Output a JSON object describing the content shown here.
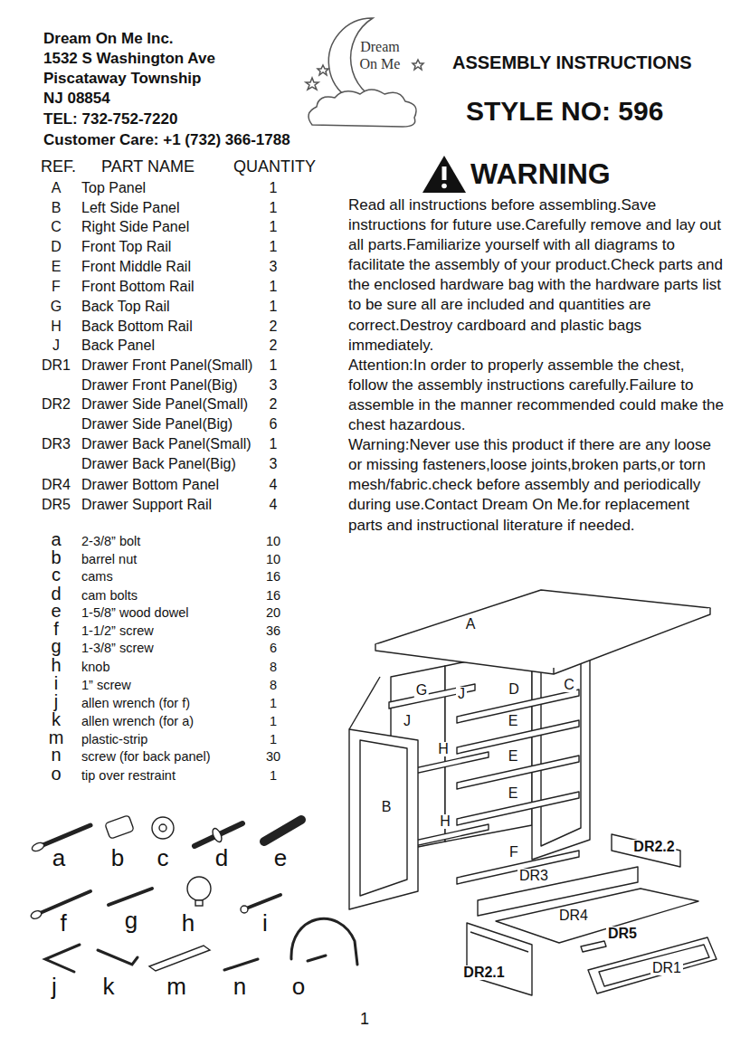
{
  "diagram": {
    "title": "ASSEMBLY INSTRUCTIONS",
    "labels": [
      "Dream On Me Inc.",
      "1532 S Washington Ave",
      "Piscataway Township",
      "NJ 08854",
      "TEL: 732-752-7220",
      "Customer Care: +1 (732) 366-1788",
      "Dream On Me",
      "STYLE NO: 596",
      "WARNING",
      "Read all instructions before assembling.Save instructions for future use.Carefully remove and lay out all parts.Familiarize yourself with all diagrams to facilitate the assembly of your product.Check parts and the enclosed hardware bag with the hardware parts list to be sure all are included and quantities are correct.Destroy cardboard and plastic bags immediately.",
      "Attention:In order to properly assemble the chest, follow the assembly instructions carefully.Failure to assemble in the manner recommended could make the chest hazardous.",
      "Warning:Never use this product if there are any loose or missing fasteners,loose joints,broken parts,or torn mesh/fabric.check before assembly and periodically during use.Contact Dream On Me.for replacement parts and instructional literature if needed.",
      "REF.",
      "PART NAME",
      "QUANTITY",
      "A",
      "Top Panel",
      "1",
      "B",
      "Left Side Panel",
      "1",
      "C",
      "Right Side Panel",
      "1",
      "D",
      "Front Top Rail",
      "1",
      "E",
      "Front Middle Rail",
      "3",
      "F",
      "Front Bottom Rail",
      "1",
      "G",
      "Back Top Rail",
      "1",
      "H",
      "Back Bottom Rail",
      "2",
      "J",
      "Back Panel",
      "2",
      "DR1",
      "Drawer Front Panel(Small)",
      "1",
      "Drawer Front Panel(Big)",
      "3",
      "DR2",
      "Drawer Side Panel(Small)",
      "2",
      "Drawer Side Panel(Big)",
      "6",
      "DR3",
      "Drawer Back Panel(Small)",
      "1",
      "Drawer Back Panel(Big)",
      "3",
      "DR4",
      "Drawer Bottom Panel",
      "4",
      "DR5",
      "Drawer Support Rail",
      "4",
      "a",
      "2-3/8” bolt",
      "10",
      "b",
      "barrel nut",
      "10",
      "c",
      "cams",
      "16",
      "d",
      "cam bolts",
      "16",
      "e",
      "1-5/8” wood dowel",
      "20",
      "f",
      "1-1/2” screw",
      "36",
      "g",
      "1-3/8” screw",
      "6",
      "h",
      "knob",
      "8",
      "i",
      "1” screw",
      "8",
      "j",
      "allen wrench (for f)",
      "1",
      "k",
      "allen wrench (for a)",
      "1",
      "m",
      "plastic-strip",
      "1",
      "n",
      "screw (for back panel)",
      "30",
      "o",
      "tip over restraint",
      "1",
      "a",
      "b",
      "c",
      "d",
      "e",
      "f",
      "g",
      "h",
      "i",
      "j",
      "k",
      "m",
      "n",
      "o",
      "A",
      "G",
      "J",
      "D",
      "C",
      "J",
      "E",
      "H",
      "E",
      "E",
      "B",
      "H",
      "F",
      "DR2.2",
      "DR3",
      "DR4",
      "DR5",
      "DR2.1",
      "DR1",
      "1"
    ]
  }
}
